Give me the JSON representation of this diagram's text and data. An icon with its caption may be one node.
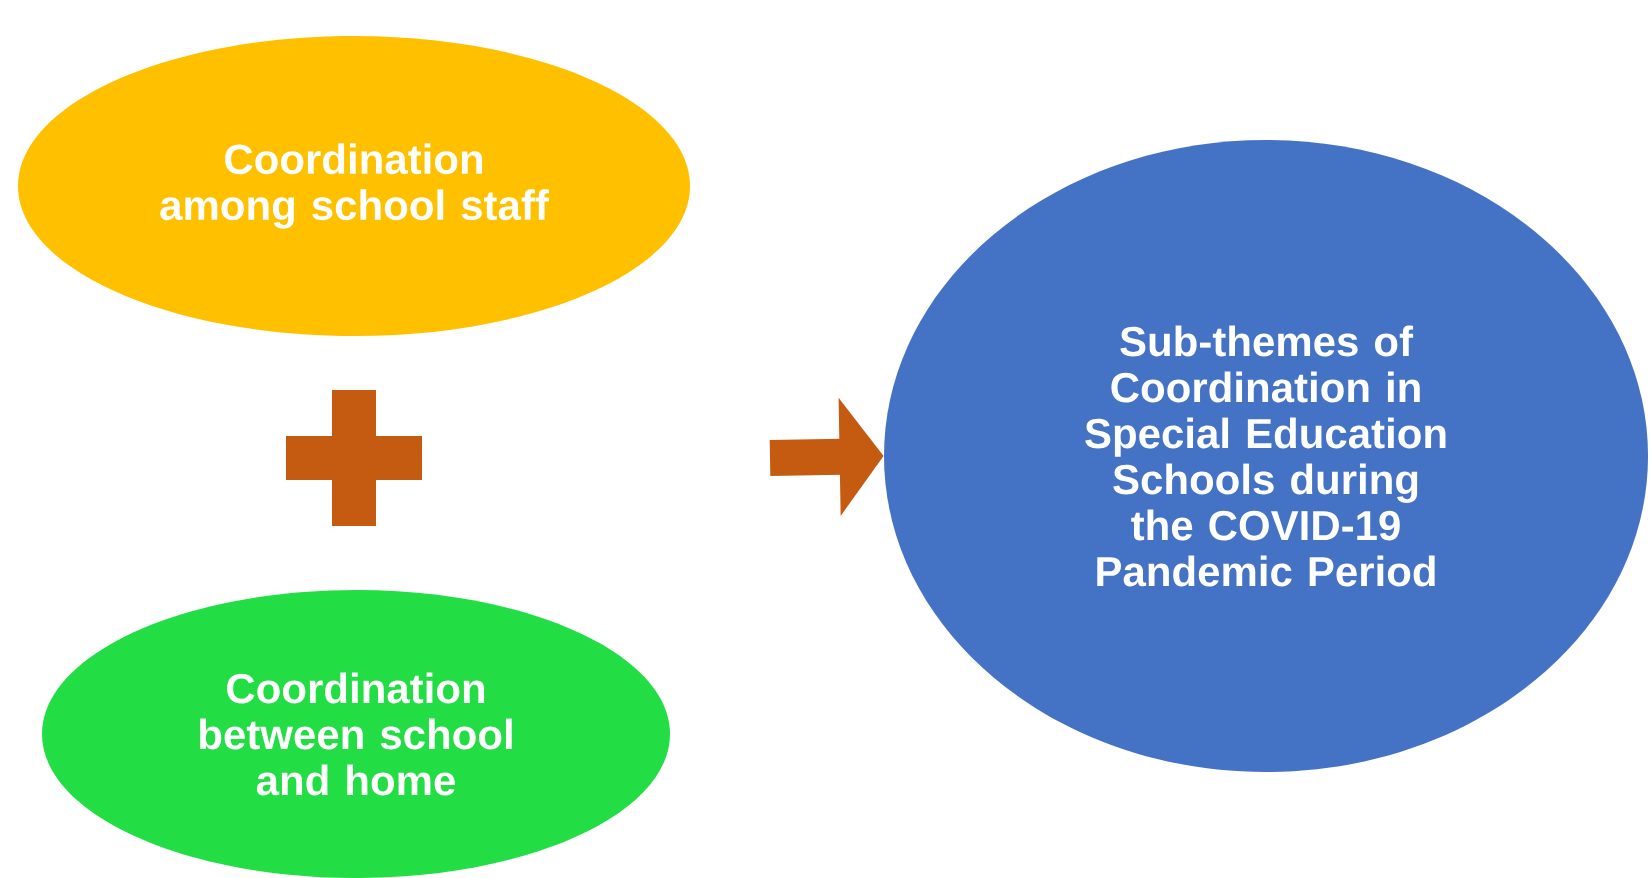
{
  "diagram": {
    "nodes": [
      {
        "text": [
          "Coordination among school staff"
        ]
      },
      {
        "text": [
          "Coordination between school and home"
        ]
      },
      {
        "text": [
          "Sub-themes of Coordination in Special Education Schools during the COVID-19 Pandemic Period"
        ]
      }
    ],
    "edges": [
      {
        "from": null,
        "to": 2,
        "arrow": "to"
      }
    ]
  }
}
